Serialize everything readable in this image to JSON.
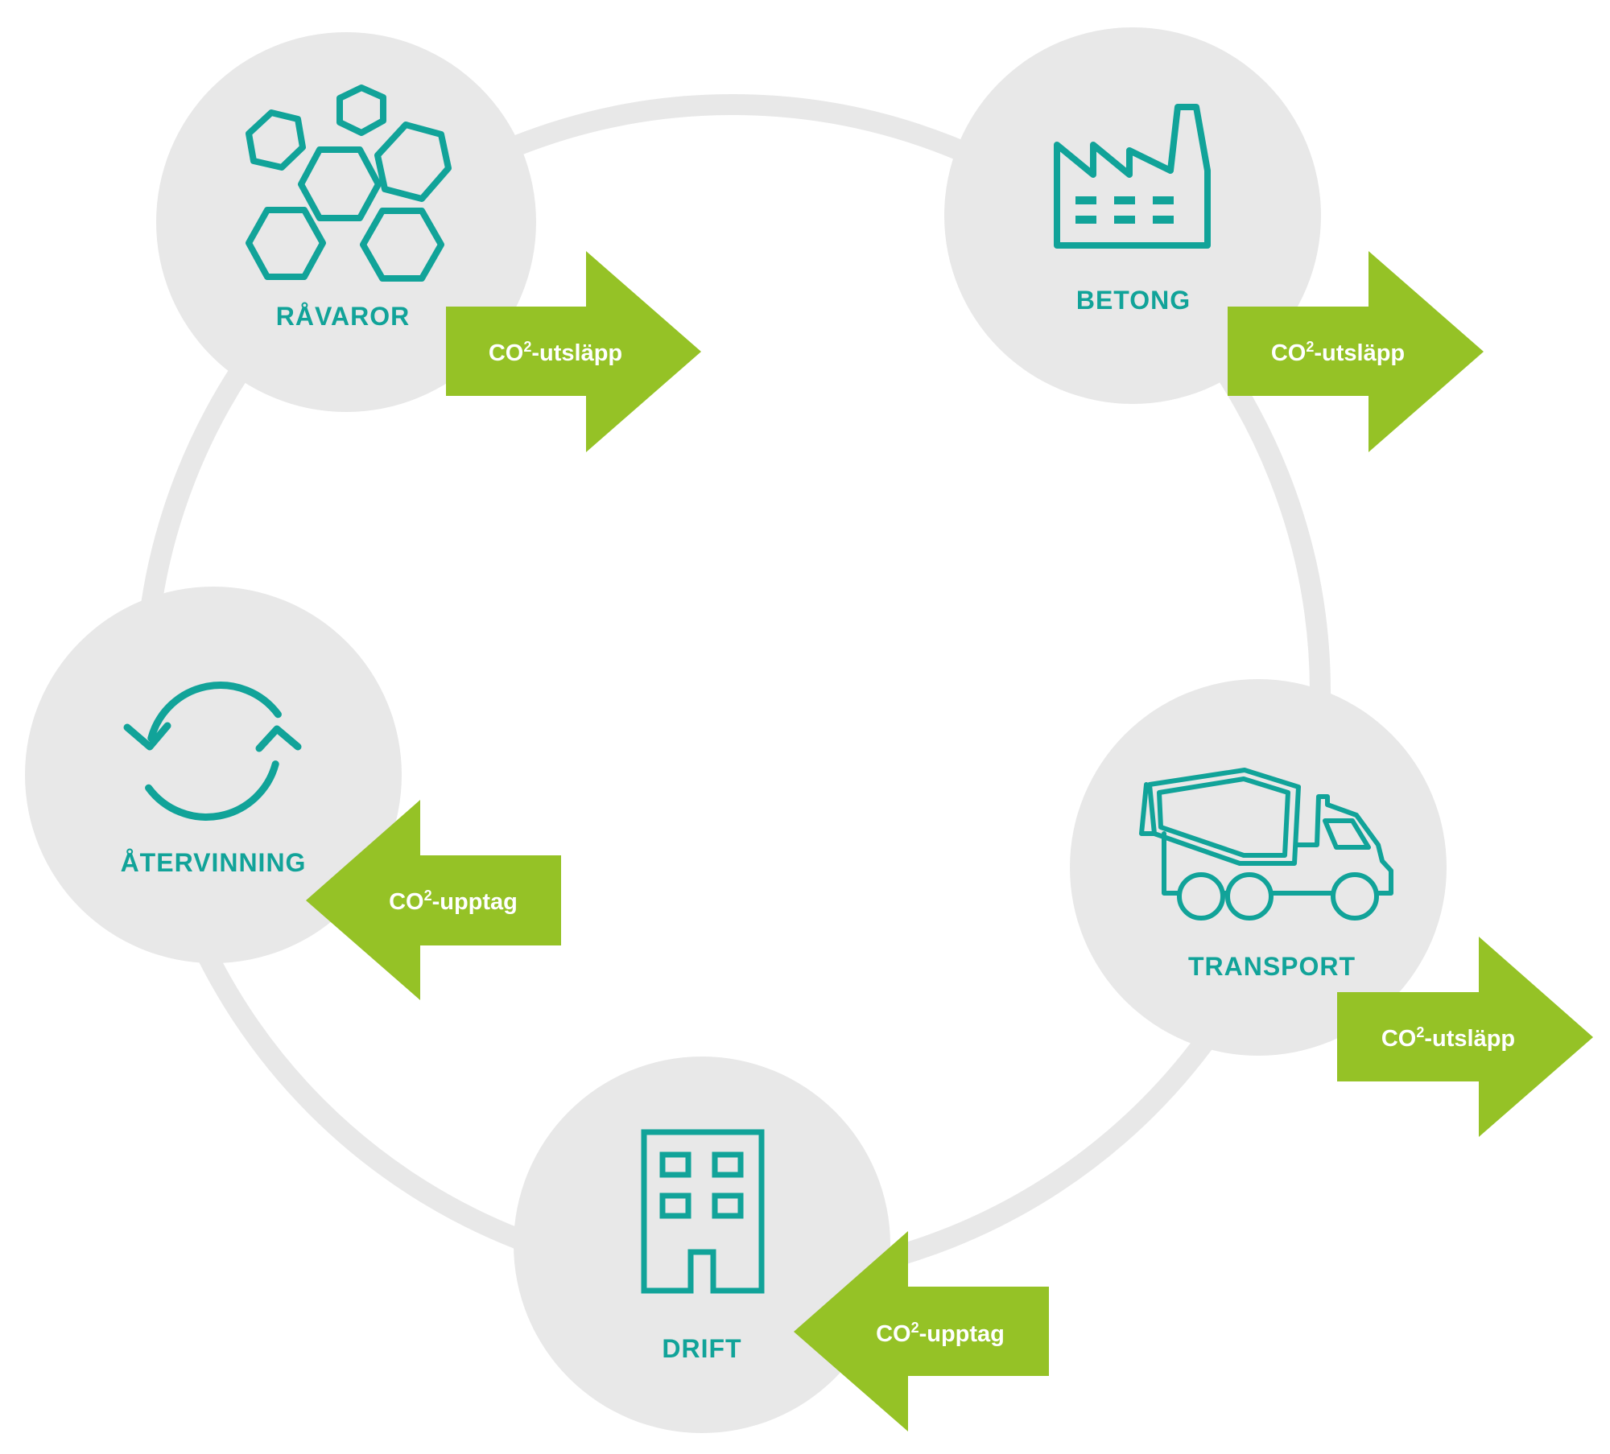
{
  "colors": {
    "ring": "#e8e8e8",
    "node_fill": "#e8e8e8",
    "icon": "#11a399",
    "label": "#11a399",
    "arrow": "#95c226",
    "arrow_text": "#ffffff"
  },
  "nodes": [
    {
      "id": "ravaror",
      "label": "RÅVAROR",
      "icon": "hexagons-icon"
    },
    {
      "id": "betong",
      "label": "BETONG",
      "icon": "factory-icon"
    },
    {
      "id": "transport",
      "label": "TRANSPORT",
      "icon": "mixer-truck-icon"
    },
    {
      "id": "drift",
      "label": "DRIFT",
      "icon": "building-icon"
    },
    {
      "id": "atervinning",
      "label": "ÅTERVINNING",
      "icon": "recycle-arrows-icon"
    }
  ],
  "arrows": [
    {
      "id": "ravaror-utslapp",
      "direction": "right",
      "prefix": "CO",
      "sup": "2",
      "suffix": "-utsläpp"
    },
    {
      "id": "betong-utslapp",
      "direction": "right",
      "prefix": "CO",
      "sup": "2",
      "suffix": "-utsläpp"
    },
    {
      "id": "transport-utslapp",
      "direction": "right",
      "prefix": "CO",
      "sup": "2",
      "suffix": "-utsläpp"
    },
    {
      "id": "drift-upptag",
      "direction": "left",
      "prefix": "CO",
      "sup": "2",
      "suffix": "-upptag"
    },
    {
      "id": "atervinning-upptag",
      "direction": "left",
      "prefix": "CO",
      "sup": "2",
      "suffix": "-upptag"
    }
  ]
}
